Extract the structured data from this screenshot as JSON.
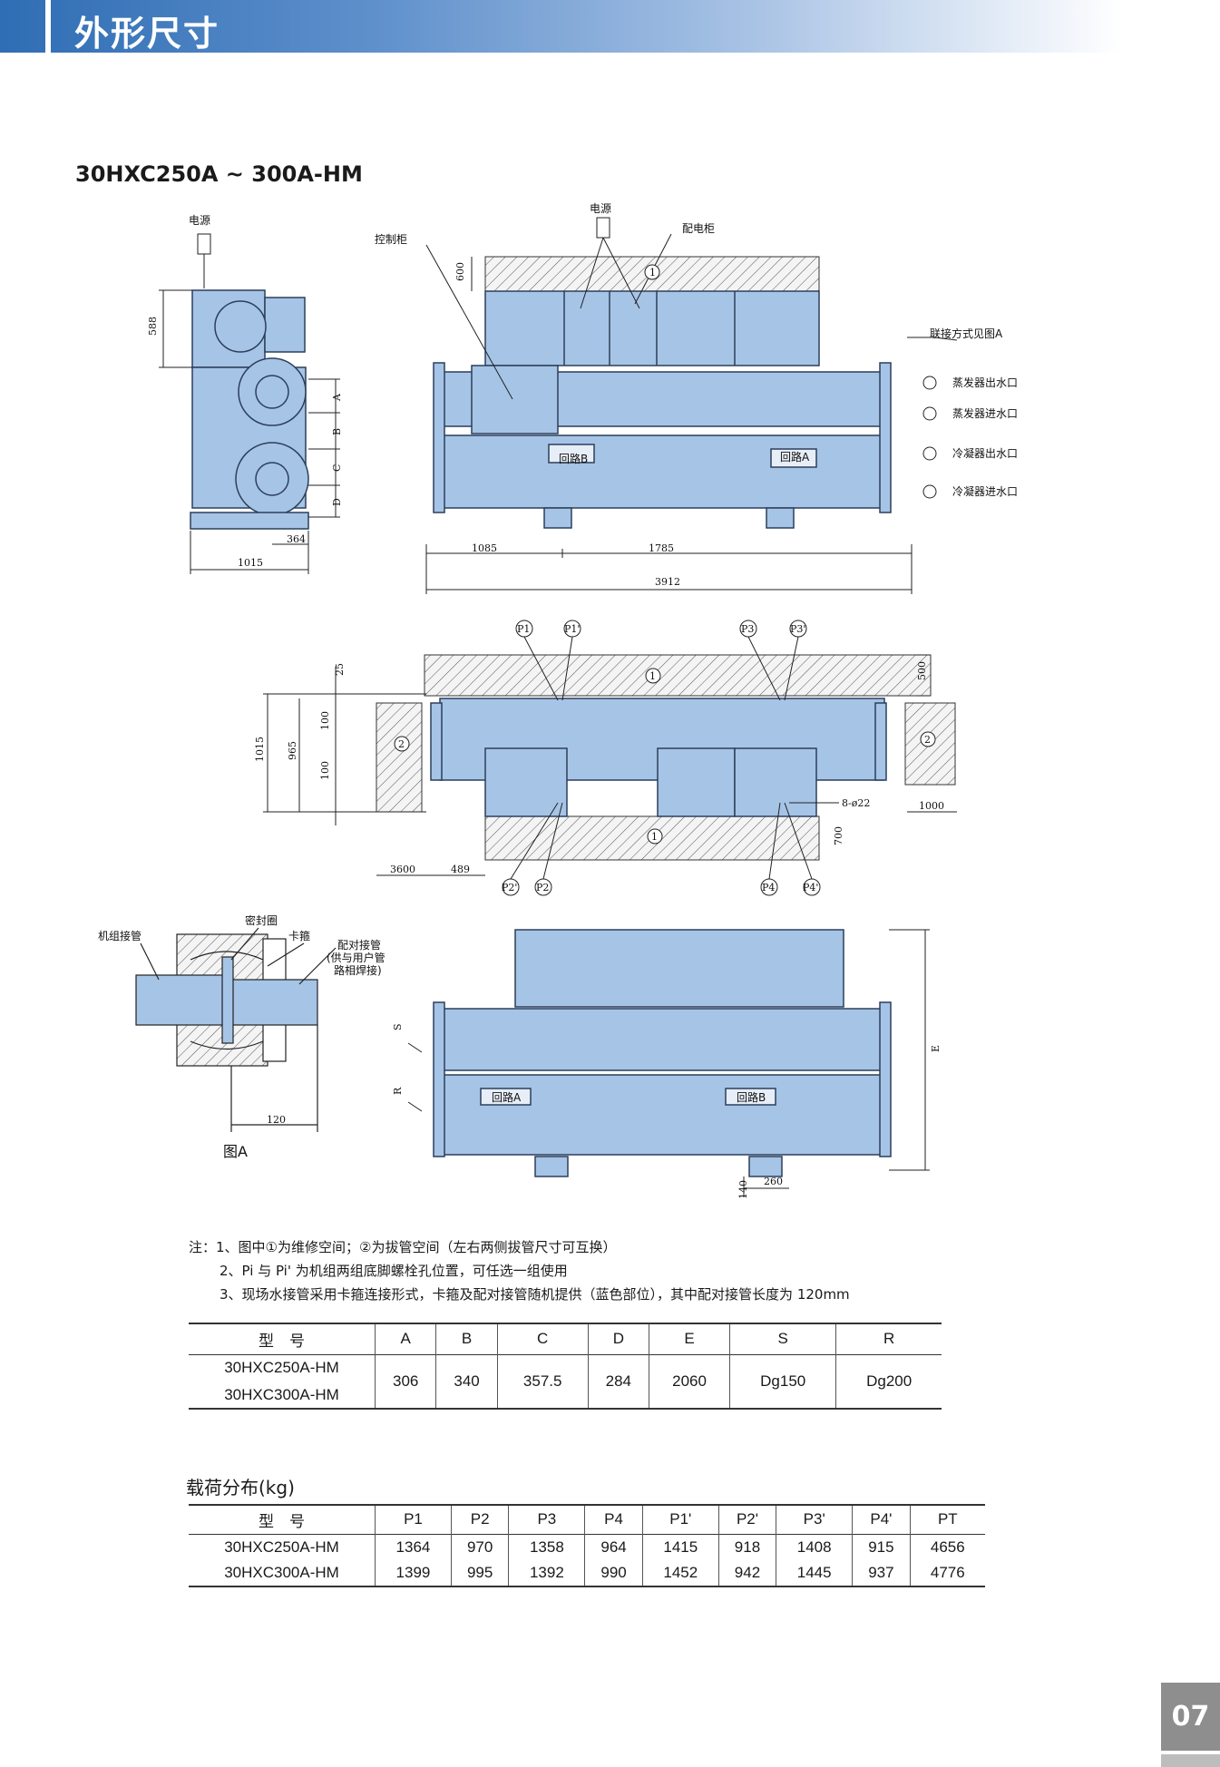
{
  "header": {
    "title": "外形尺寸"
  },
  "model_title": "30HXC250A ~ 300A-HM",
  "side_view": {
    "power_label": "电源",
    "dims": [
      "588",
      "A",
      "B",
      "C",
      "D",
      "364",
      "1015"
    ]
  },
  "front_view": {
    "power_label": "电源",
    "control_cabinet": "控制柜",
    "distribution_cabinet": "配电柜",
    "connection_label": "联接方式见图A",
    "evap_out": "蒸发器出水口",
    "evap_in": "蒸发器进水口",
    "cond_out": "冷凝器出水口",
    "cond_in": "冷凝器进水口",
    "circuit_b": "回路B",
    "circuit_a": "回路A",
    "dims": {
      "top": "600",
      "left": "1085",
      "mid": "1785",
      "total": "3912"
    },
    "marker": "1"
  },
  "plan_view": {
    "points_top": [
      "P1",
      "P1'",
      "P3",
      "P3'"
    ],
    "points_bottom": [
      "P2'",
      "P2",
      "P4",
      "P4'"
    ],
    "markers": [
      "1",
      "2",
      "2",
      "1"
    ],
    "bolt_label": "8-ø22",
    "dims": {
      "d25": "25",
      "d100a": "100",
      "d100b": "100",
      "d965": "965",
      "d1015": "1015",
      "d500": "500",
      "d700": "700",
      "d1000": "1000",
      "d3600": "3600",
      "d489": "489"
    }
  },
  "detail_a": {
    "unit_pipe": "机组接管",
    "seal": "密封圈",
    "clamp": "卡箍",
    "mating_pipe_1": "配对接管",
    "mating_pipe_2": "(供与用户管",
    "mating_pipe_3": "路相焊接)",
    "dim": "120",
    "caption": "图A"
  },
  "rear_view": {
    "circuit_a": "回路A",
    "circuit_b": "回路B",
    "dims": {
      "s": "S",
      "r": "R",
      "e": "E",
      "d140": "140",
      "d260": "260"
    }
  },
  "notes": {
    "prefix": "注：",
    "items": [
      "1、图中①为维修空间；②为拔管空间（左右两侧拔管尺寸可互换）",
      "2、Pi 与 Pi' 为机组两组底脚螺栓孔位置，可任选一组使用",
      "3、现场水接管采用卡箍连接形式，卡箍及配对接管随机提供（蓝色部位），其中配对接管长度为 120mm"
    ]
  },
  "dim_table": {
    "headers": [
      "型　号",
      "A",
      "B",
      "C",
      "D",
      "E",
      "S",
      "R"
    ],
    "models": [
      "30HXC250A-HM",
      "30HXC300A-HM"
    ],
    "values": [
      "306",
      "340",
      "357.5",
      "284",
      "2060",
      "Dg150",
      "Dg200"
    ]
  },
  "load_table": {
    "title": "载荷分布(kg)",
    "headers": [
      "型　号",
      "P1",
      "P2",
      "P3",
      "P4",
      "P1'",
      "P2'",
      "P3'",
      "P4'",
      "PT"
    ],
    "rows": [
      [
        "30HXC250A-HM",
        "1364",
        "970",
        "1358",
        "964",
        "1415",
        "918",
        "1408",
        "915",
        "4656"
      ],
      [
        "30HXC300A-HM",
        "1399",
        "995",
        "1392",
        "990",
        "1452",
        "942",
        "1445",
        "937",
        "4776"
      ]
    ]
  },
  "page_number": "07",
  "colors": {
    "unit_blue": "#a6c4e6",
    "outline": "#2b3f5c",
    "header_blue": "#2f6db4"
  }
}
